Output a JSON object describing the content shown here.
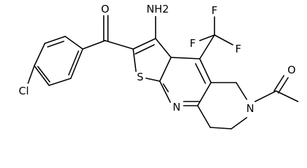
{
  "molecule": {
    "atoms": {
      "O_ketone": "O",
      "NH2": "NH2",
      "F_top": "F",
      "F_left": "F",
      "F_right": "F",
      "O_acetyl": "O",
      "S_ring": "S",
      "N_pyridine": "N",
      "N_amide": "N",
      "Cl": "Cl"
    },
    "colors": {
      "bond": "#000000",
      "atom_label": "#000000",
      "background": "#ffffff"
    }
  }
}
